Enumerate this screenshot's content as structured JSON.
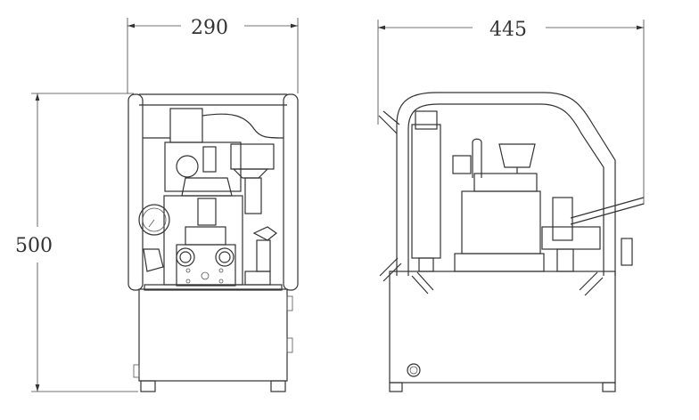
{
  "dimensions": {
    "front_width": "290",
    "side_length": "445",
    "height": "500"
  },
  "views": [
    "front-view",
    "side-view"
  ]
}
